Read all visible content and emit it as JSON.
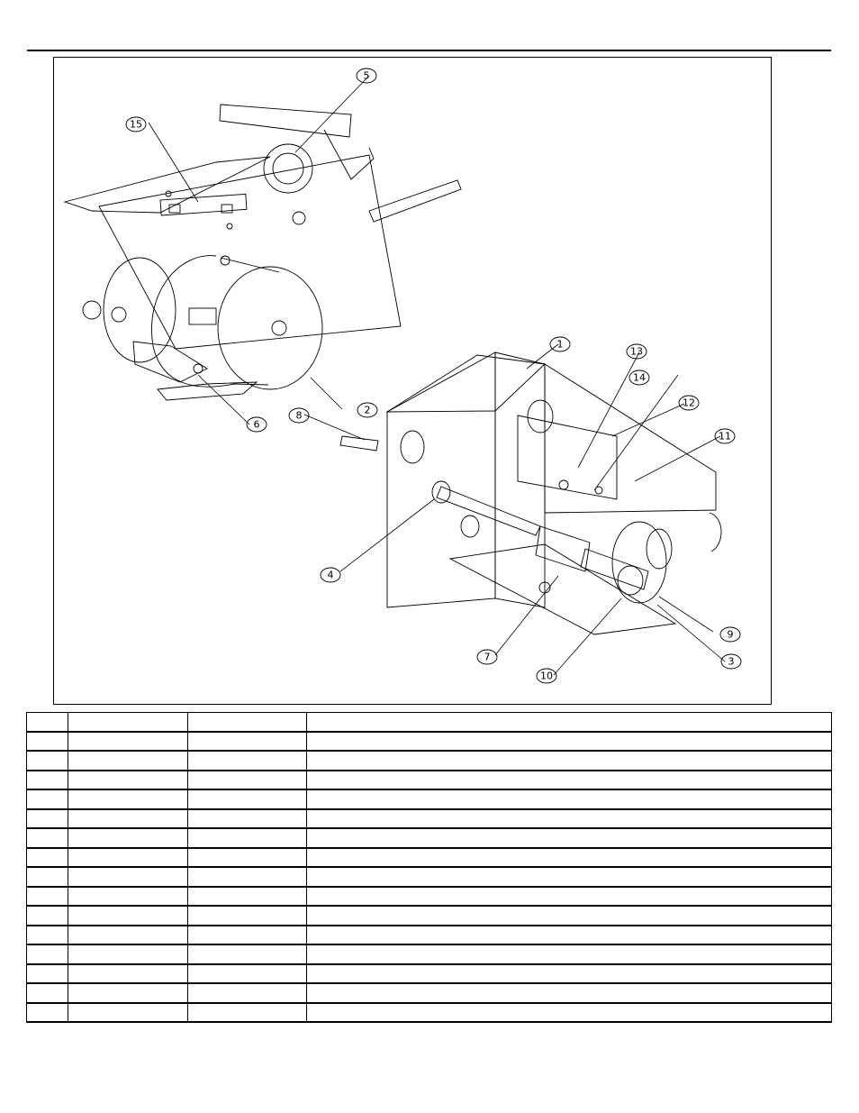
{
  "page": {
    "title": ""
  },
  "drawing": {
    "callouts": [
      "1",
      "2",
      "3",
      "4",
      "5",
      "6",
      "7",
      "8",
      "9",
      "10",
      "11",
      "12",
      "13",
      "14",
      "15"
    ]
  },
  "parts_table": {
    "columns": [
      "",
      "",
      "",
      ""
    ],
    "rows": [
      [
        "",
        "",
        "",
        ""
      ],
      [
        "",
        "",
        "",
        ""
      ],
      [
        "",
        "",
        "",
        ""
      ],
      [
        "",
        "",
        "",
        ""
      ],
      [
        "",
        "",
        "",
        ""
      ],
      [
        "",
        "",
        "",
        ""
      ],
      [
        "",
        "",
        "",
        ""
      ],
      [
        "",
        "",
        "",
        ""
      ],
      [
        "",
        "",
        "",
        ""
      ],
      [
        "",
        "",
        "",
        ""
      ],
      [
        "",
        "",
        "",
        ""
      ],
      [
        "",
        "",
        "",
        ""
      ],
      [
        "",
        "",
        "",
        ""
      ],
      [
        "",
        "",
        "",
        ""
      ],
      [
        "",
        "",
        "",
        ""
      ]
    ]
  }
}
